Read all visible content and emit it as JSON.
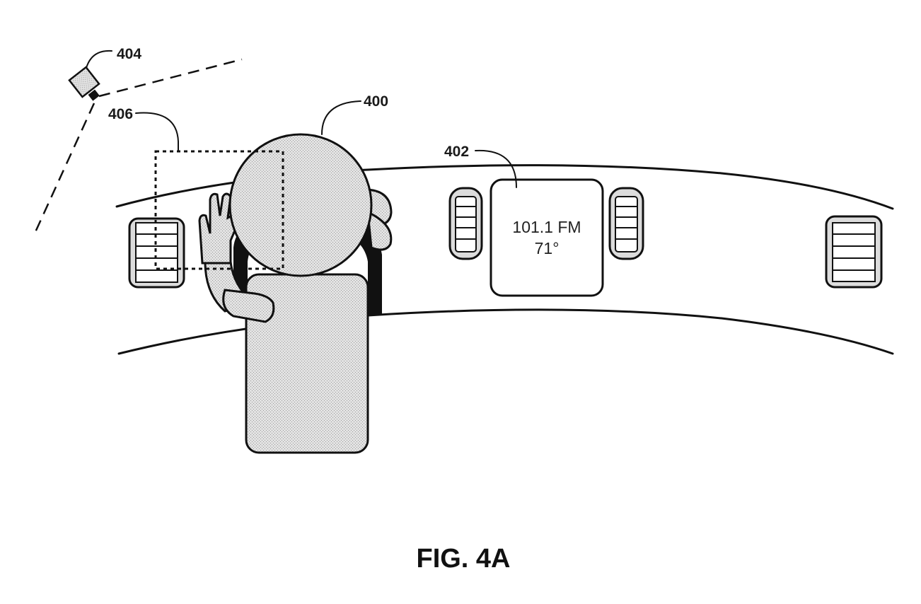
{
  "figure": {
    "caption": "FIG. 4A",
    "refs": {
      "person": "400",
      "display": "402",
      "camera": "404",
      "gesture_zone": "406"
    }
  },
  "display": {
    "line1": "101.1 FM",
    "line2": "71°"
  },
  "colors": {
    "ink": "#111111",
    "shading": "#dcdcdc",
    "background": "#ffffff"
  }
}
